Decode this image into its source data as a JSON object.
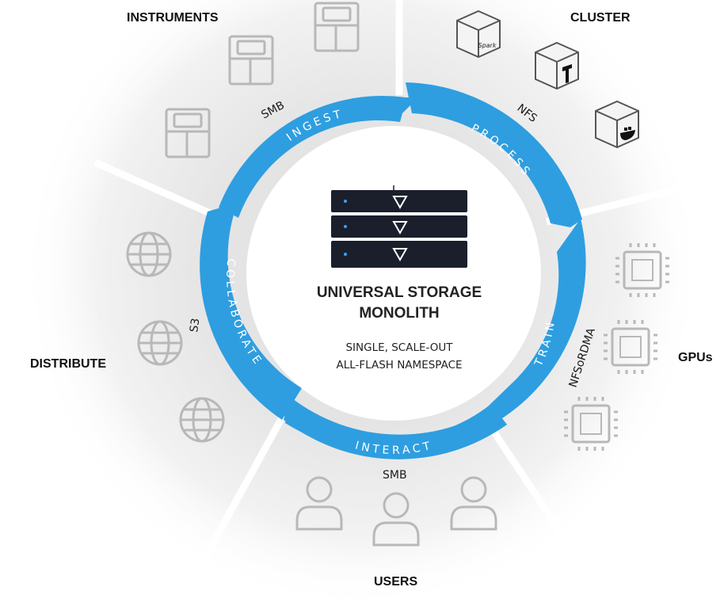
{
  "categories": {
    "instruments": "INSTRUMENTS",
    "cluster": "CLUSTER",
    "distribute": "DISTRIBUTE",
    "gpus": "GPUs",
    "users": "USERS"
  },
  "stages": {
    "ingest": "INGEST",
    "process": "PROCESS",
    "train": "TRAIN",
    "interact": "INTERACT",
    "collaborate": "COLLABORATE"
  },
  "protocols": {
    "ingest": "SMB",
    "process": "NFS",
    "train": "NFSoRDMA",
    "interact": "SMB",
    "collaborate": "S3"
  },
  "center": {
    "title_line1": "UNIVERSAL STORAGE",
    "title_line2": "MONOLITH",
    "subtitle_line1": "SINGLE, SCALE-OUT",
    "subtitle_line2": "ALL-FLASH NAMESPACE"
  },
  "cluster_icons": [
    "Spark",
    "TensorFlow",
    "Docker"
  ],
  "colors": {
    "ring_blue": "#2e9ee0",
    "sector_gray": "#e9e9e9",
    "icon_gray": "#b8b8b8",
    "server_dark": "#1a1f2b"
  }
}
